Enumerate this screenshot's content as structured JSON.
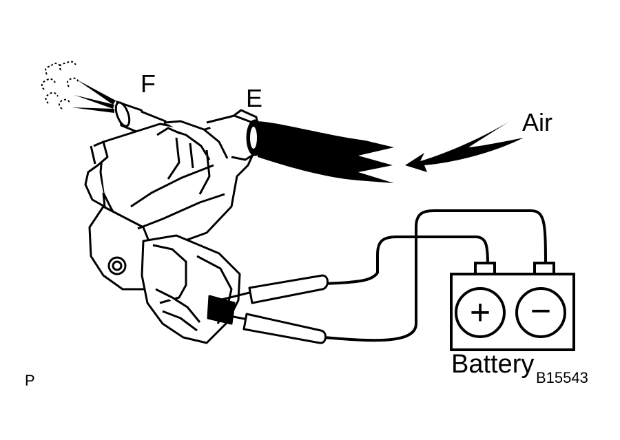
{
  "labels": {
    "port_f": "F",
    "port_e": "E",
    "air": "Air",
    "battery": "Battery",
    "figure_code": "B15543",
    "corner_mark": "P"
  },
  "battery": {
    "positive_symbol": "+",
    "negative_symbol": "−"
  }
}
